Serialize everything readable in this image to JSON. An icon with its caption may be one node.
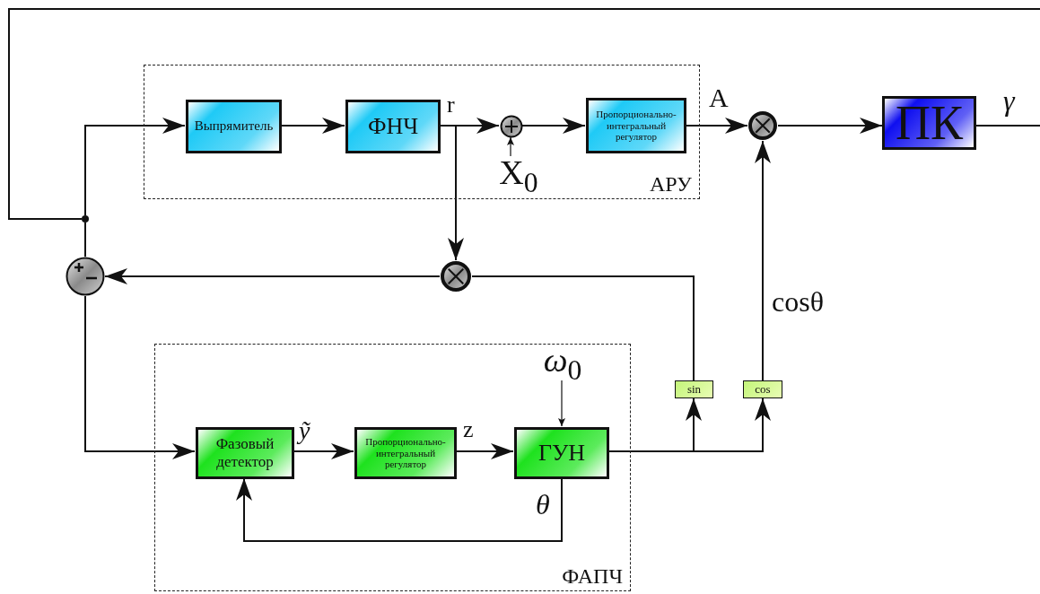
{
  "diagram": {
    "nodes": [
      {
        "text": [
          "АРУ"
        ]
      },
      {
        "text": [
          "Выпрямитель"
        ],
        "in": 0
      },
      {
        "text": [
          "ФНЧ"
        ],
        "in": 0
      },
      {
        "text": [],
        "shape": "circle",
        "in": 0
      },
      {
        "text": [
          "Пропорционально-интегральный регулятор"
        ],
        "in": 0
      },
      {
        "text": [],
        "shape": "circle"
      },
      {
        "text": [
          "ПК"
        ]
      },
      {
        "text": [],
        "shape": "circle"
      },
      {
        "text": [],
        "shape": "circle"
      },
      {
        "text": [
          "ФАПЧ"
        ]
      },
      {
        "text": [
          "Фазовый детектор"
        ],
        "in": 9
      },
      {
        "text": [
          "Пропорционально-интегральный регулятор"
        ],
        "in": 9
      },
      {
        "text": [
          "ГУН"
        ],
        "in": 9
      },
      {
        "text": [
          "sin"
        ]
      },
      {
        "text": [
          "cos"
        ]
      },
      {
        "text": [
          "X$_{0}$"
        ],
        "in": 0
      },
      {
        "text": [
          "*ω*$_{0}$"
        ],
        "in": 9
      },
      {
        "text": [],
        "shape": "circle"
      }
    ],
    "edges": [
      {
        "from": 1,
        "to": 2,
        "arrow": "to"
      },
      {
        "from": 2,
        "to": 3,
        "arrow": "to",
        "label": "r"
      },
      {
        "from": 2,
        "to": 8,
        "arrow": "to"
      },
      {
        "from": 15,
        "to": 3,
        "arrow": "to"
      },
      {
        "from": 3,
        "to": 4,
        "arrow": "to"
      },
      {
        "from": 4,
        "to": 5,
        "arrow": "to",
        "label": "A"
      },
      {
        "from": 5,
        "to": 6,
        "arrow": "to"
      },
      {
        "from": 6,
        "to": null,
        "arrow": "none",
        "label": "γ"
      },
      {
        "from": 17,
        "to": 7,
        "arrow": "none"
      },
      {
        "from": 8,
        "to": 7,
        "arrow": "to"
      },
      {
        "from": 7,
        "to": 10,
        "arrow": "to"
      },
      {
        "from": 10,
        "to": 11,
        "arrow": "to",
        "label": "ỹ"
      },
      {
        "from": 11,
        "to": 12,
        "arrow": "to",
        "label": "z"
      },
      {
        "from": 16,
        "to": 12,
        "arrow": "to"
      },
      {
        "from": 12,
        "to": 10,
        "arrow": "to",
        "label": "θ"
      },
      {
        "from": 12,
        "to": 13,
        "arrow": "to"
      },
      {
        "from": 12,
        "to": 14,
        "arrow": "to"
      },
      {
        "from": 13,
        "to": 8,
        "arrow": "none"
      },
      {
        "from": 14,
        "to": 5,
        "arrow": "to",
        "label": "cosθ"
      },
      {
        "from": 17,
        "to": 1,
        "arrow": "to"
      },
      {
        "from": null,
        "to": 17,
        "arrow": "none"
      }
    ]
  }
}
